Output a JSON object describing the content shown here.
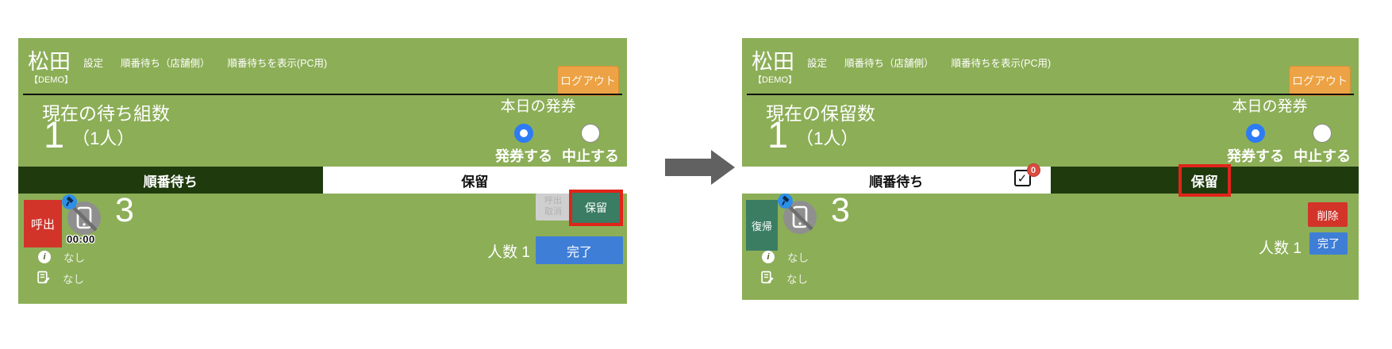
{
  "left_panel": {
    "store_name": "松田",
    "plan_label": "【DEMO】",
    "nav": [
      "設定",
      "順番待ち（店舗側）",
      "順番待ちを表示(PC用)"
    ],
    "logout_label": "ログアウト",
    "heading": "現在の待ち組数",
    "count": "1",
    "count_unit": "（1人）",
    "ticketing": {
      "title": "本日の発券",
      "option_issue": "発券する",
      "option_stop": "中止する",
      "selected": "発券する"
    },
    "tabs": {
      "waiting": "順番待ち",
      "hold": "保留",
      "active": "順番待ち"
    },
    "entry": {
      "call_label": "呼出",
      "ticket_number": "3",
      "timer": "00:00",
      "cancel_line1": "呼出",
      "cancel_line2": "取消",
      "hold_label": "保留",
      "people": "人数 1",
      "done_label": "完了",
      "info_value": "なし",
      "memo_value": "なし"
    }
  },
  "right_panel": {
    "store_name": "松田",
    "plan_label": "【DEMO】",
    "nav": [
      "設定",
      "順番待ち（店舗側）",
      "順番待ちを表示(PC用)"
    ],
    "logout_label": "ログアウト",
    "heading": "現在の保留数",
    "count": "1",
    "count_unit": "（1人）",
    "ticketing": {
      "title": "本日の発券",
      "option_issue": "発券する",
      "option_stop": "中止する",
      "selected": "発券する"
    },
    "tabs": {
      "waiting": "順番待ち",
      "hold": "保留",
      "active": "保留",
      "waiting_badge": "0"
    },
    "entry": {
      "restore_label": "復帰",
      "ticket_number": "3",
      "delete_label": "削除",
      "people": "人数 1",
      "done_label": "完了",
      "info_value": "なし",
      "memo_value": "なし"
    }
  },
  "icons": {
    "check": "✓",
    "info": "i"
  },
  "colors": {
    "panel_green": "#8cae57",
    "tab_dark_green": "#1f3b0e",
    "danger_red": "#d2342a",
    "hold_teal": "#3a7d62",
    "done_blue": "#3f7ed6",
    "logout_orange": "#eca245",
    "radio_blue": "#2e7bf6",
    "badge_red": "#df4b41",
    "highlight_red": "#e0241a",
    "arrow_gray": "#616161"
  }
}
